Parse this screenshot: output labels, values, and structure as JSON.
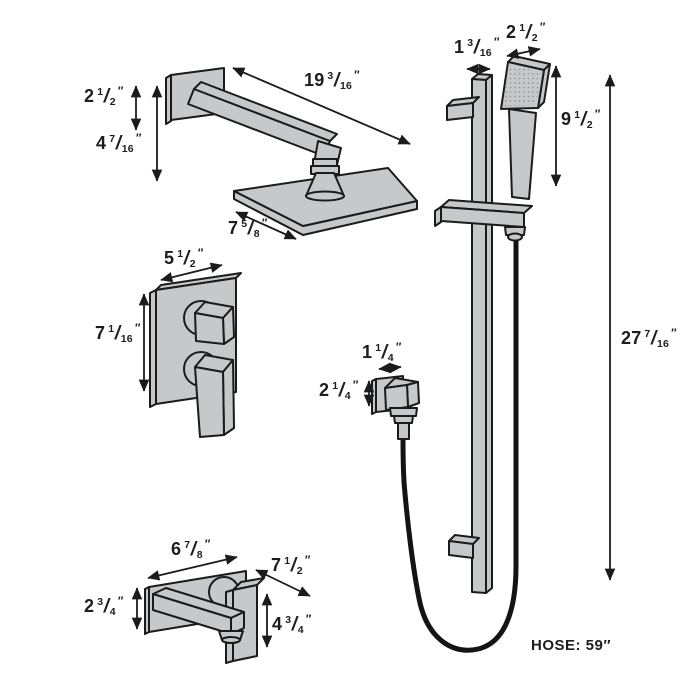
{
  "colors": {
    "fixture_fill": "#c7c8ca",
    "line": "#1b1b1b",
    "hose": "#141414",
    "text": "#1d1d20",
    "background": "#ffffff"
  },
  "misc": {
    "inch_mark": "″",
    "fraction_slash": "/",
    "hose_label": "HOSE: 59″"
  },
  "dims": {
    "shower_arm_height": {
      "whole": "2",
      "num": "1",
      "den": "2"
    },
    "shower_arm_wall_drop": {
      "whole": "4",
      "num": "7",
      "den": "16"
    },
    "shower_arm_length": {
      "whole": "19",
      "num": "3",
      "den": "16"
    },
    "shower_head_width": {
      "whole": "7",
      "num": "5",
      "den": "8"
    },
    "valve_plate_width": {
      "whole": "5",
      "num": "1",
      "den": "2"
    },
    "valve_plate_height": {
      "whole": "7",
      "num": "1",
      "den": "16"
    },
    "slide_bar_depth": {
      "whole": "1",
      "num": "3",
      "den": "16"
    },
    "hand_shower_width": {
      "whole": "2",
      "num": "1",
      "den": "2"
    },
    "hand_shower_length": {
      "whole": "9",
      "num": "1",
      "den": "2"
    },
    "slide_bar_length": {
      "whole": "27",
      "num": "7",
      "den": "16"
    },
    "outlet_width": {
      "whole": "1",
      "num": "1",
      "den": "4"
    },
    "outlet_height": {
      "whole": "2",
      "num": "1",
      "den": "4"
    },
    "spout_plate_width": {
      "whole": "6",
      "num": "7",
      "den": "8"
    },
    "spout_reach": {
      "whole": "7",
      "num": "1",
      "den": "2"
    },
    "spout_plate_height": {
      "whole": "2",
      "num": "3",
      "den": "4"
    },
    "spout_height": {
      "whole": "4",
      "num": "3",
      "den": "4"
    }
  }
}
